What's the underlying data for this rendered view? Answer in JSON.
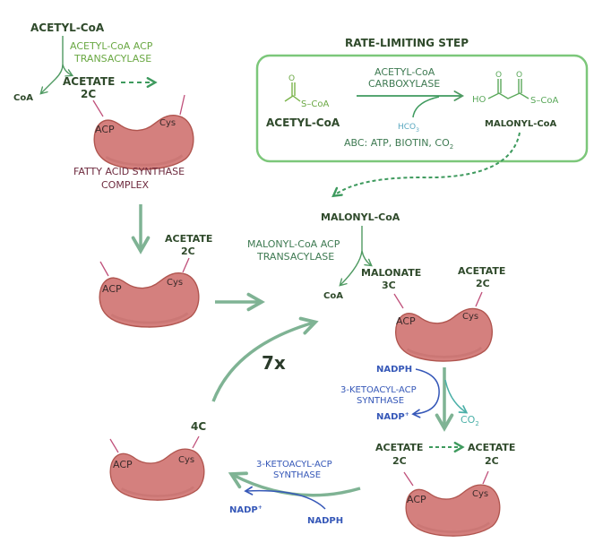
{
  "colors": {
    "dark_text": "#2f4a2b",
    "enzyme_lime": "#6aa843",
    "enzyme_mid": "#3e7a52",
    "arrow_sage": "#7fb394",
    "box_border": "#7cc77a",
    "blue": "#3658b8",
    "teal": "#4bb0a8",
    "protein_fill": "#d4807e",
    "protein_stroke": "#b0554f",
    "protein_stem": "#c0507a",
    "complex_label": "#6e2b3f"
  },
  "top_left": {
    "substrate": "ACETYL-CoA",
    "enzyme_line1": "ACETYL-CoA ACP",
    "enzyme_line2": "TRANSACYLASE",
    "product_coa": "CoA",
    "acetate": "ACETATE",
    "acetate_carbons": "2C",
    "complex_line1": "FATTY ACID SYNTHASE",
    "complex_line2": "COMPLEX"
  },
  "rate_limiting": {
    "title": "RATE-LIMITING STEP",
    "substrate_struct_label": "S–CoA",
    "substrate_name": "ACETYL-CoA",
    "enzyme_line1": "ACETYL-CoA",
    "enzyme_line2": "CARBOXYLASE",
    "cofactor": "HCO",
    "cofactor_sub": "3",
    "cofactor_sup": "-",
    "product_ho": "HO",
    "product_o1": "O",
    "product_o2": "O",
    "product_s": "S–CoA",
    "product_name": "MALONYL-CoA",
    "requirements": "ABC: ATP, BIOTIN, CO",
    "requirements_sub": "2"
  },
  "protein": {
    "acp": "ACP",
    "cys": "Cys"
  },
  "stage2": {
    "acetate": "ACETATE",
    "carbons": "2C"
  },
  "malonyl_step": {
    "substrate": "MALONYL-CoA",
    "enzyme_line1": "MALONYL-CoA ACP",
    "enzyme_line2": "TRANSACYLASE",
    "product_coa": "CoA",
    "malonate": "MALONATE",
    "malonate_carbons": "3C",
    "acetate": "ACETATE",
    "acetate_carbons": "2C"
  },
  "condensation": {
    "nadph": "NADPH",
    "enzyme_line1": "3-KETOACYL-ACP",
    "enzyme_line2": "SYNTHASE",
    "nadp": "NADP",
    "nadp_sup": "+",
    "co2": "CO",
    "co2_sub": "2"
  },
  "stage4": {
    "left_acetate": "ACETATE",
    "left_carbons": "2C",
    "right_acetate": "ACETATE",
    "right_carbons": "2C"
  },
  "reduction": {
    "enzyme_line1": "3-KETOACYL-ACP",
    "enzyme_line2": "SYNTHASE",
    "nadp": "NADP",
    "nadp_sup": "+",
    "nadph": "NADPH"
  },
  "stage5": {
    "carbons": "4C"
  },
  "cycle": {
    "repeat": "7x"
  }
}
